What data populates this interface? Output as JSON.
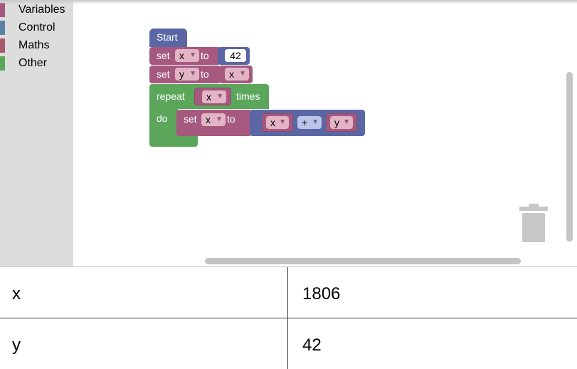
{
  "toolbox": {
    "categories": [
      {
        "label": "Variables",
        "color": "#a5597f"
      },
      {
        "label": "Control",
        "color": "#5b80a5"
      },
      {
        "label": "Maths",
        "color": "#a55b6a"
      },
      {
        "label": "Other",
        "color": "#5ca65c"
      }
    ]
  },
  "workspace": {
    "start_label": "Start",
    "stmt1": {
      "set": "set",
      "var": "x",
      "to": "to",
      "value": "42"
    },
    "stmt2": {
      "set": "set",
      "var": "y",
      "to": "to",
      "value_var": "x"
    },
    "repeat": {
      "label": "repeat",
      "var": "x",
      "times": "times",
      "do": "do"
    },
    "inner": {
      "set": "set",
      "var": "x",
      "to": "to",
      "left": "x",
      "op": "+",
      "right": "y"
    }
  },
  "variables": [
    {
      "name": "x",
      "value": "1806"
    },
    {
      "name": "y",
      "value": "42"
    }
  ],
  "colors": {
    "variables": "#a5597f",
    "control": "#5ca65c",
    "math": "#5b67a5",
    "start": "#5b67a5"
  }
}
